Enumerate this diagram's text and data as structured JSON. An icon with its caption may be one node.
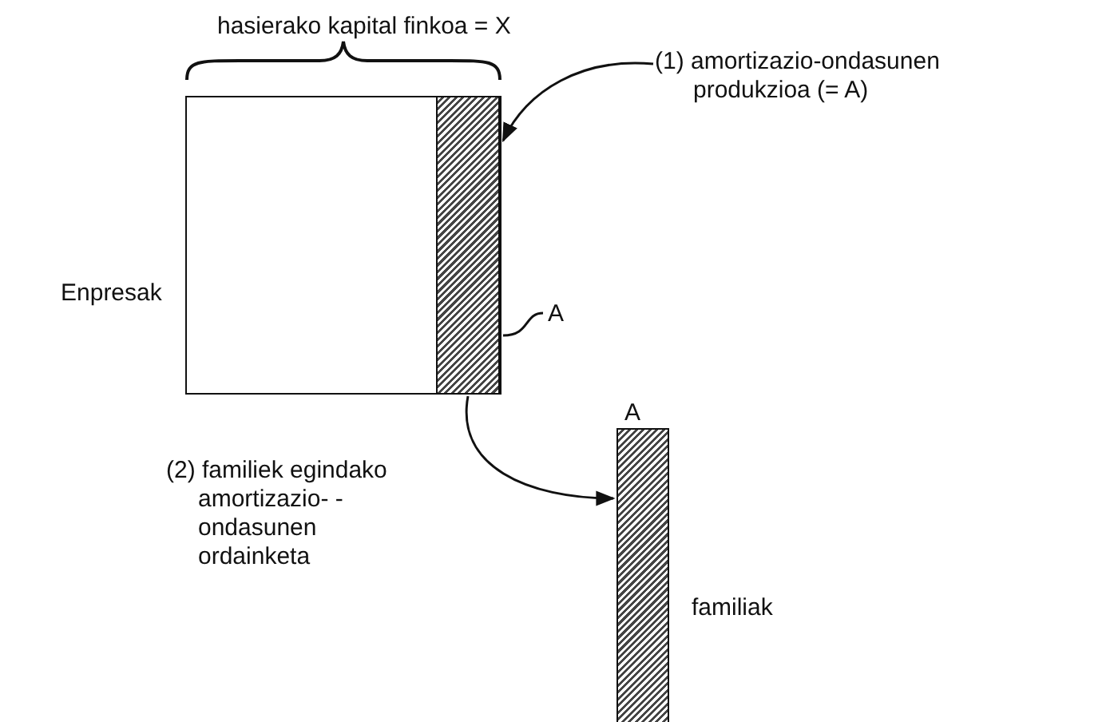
{
  "diagram": {
    "nodes": [
      {
        "text": [],
        "shape": "box",
        "beside": [
          "Enpresak"
        ]
      },
      {
        "text": [],
        "shape": "bar",
        "in": 0
      },
      {
        "text": [
          "(1) amortizazio-ondasunen produkzioa (= A)"
        ]
      },
      {
        "text": [
          "A"
        ]
      },
      {
        "text": [],
        "shape": "bar",
        "beside": [
          "A",
          "familiak"
        ]
      }
    ],
    "edges": [
      {
        "from": 2,
        "to": 1,
        "arrow": "to"
      },
      {
        "from": 3,
        "to": 1,
        "arrow": "none"
      },
      {
        "from": 1,
        "to": 4,
        "arrow": "to",
        "label": "(2) familiek egindako amortizazio- -ondasunen ordainketa"
      }
    ],
    "labels": [
      "hasierako kapital finkoa = X"
    ]
  }
}
